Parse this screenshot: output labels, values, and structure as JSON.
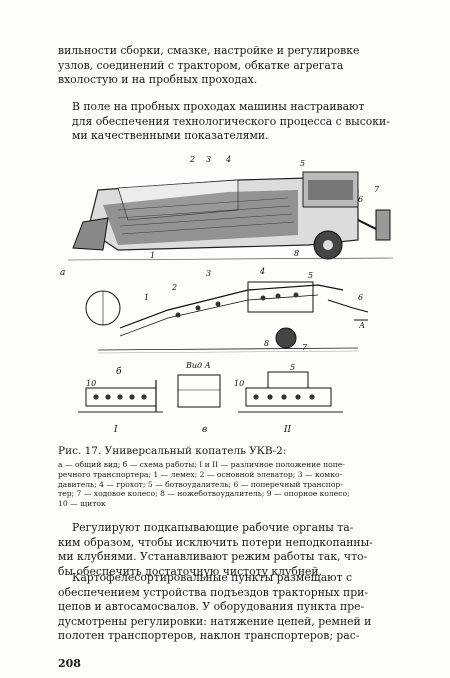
{
  "intro_lines": [
    "вильности сборки, смазке, настройке и регулировке",
    "узлов, соединений с трактором, обкатке агрегата",
    "вхолостую и на пробных проходах."
  ],
  "field_lines": [
    "В поле на пробных проходах машины настраивают",
    "для обеспечения технологического процесса с высоки-",
    "ми качественными показателями."
  ],
  "figure": {
    "part_a": "а",
    "part_b": "б",
    "part_v": "в",
    "view_label": "Вид А",
    "arrow_label": "А",
    "section_I": "I",
    "section_II": "II",
    "top_numbers": [
      "2",
      "3",
      "4",
      "5",
      "6",
      "7",
      "8",
      "1"
    ],
    "mid_numbers": [
      "1",
      "2",
      "3",
      "4",
      "5",
      "6",
      "8",
      "7"
    ],
    "bottom_numbers": [
      "10",
      "10",
      "5"
    ]
  },
  "caption": {
    "title": "Рис. 17. Универсальный копатель УКВ-2:",
    "legend_lines": [
      "а — общий вид; б — схема работы; I и II — различное положение попе-",
      "речного транспортера; 1 — лемех; 2 — основной элеватор; 3 — комко-",
      "давитель; 4 — грохот; 5 — ботвоудалитель; 6 — поперечный транспор-",
      "тер; 7 — ходовое колесо; 8 — ножеботвоудалитель; 9 — опорное колесо;",
      "10 — щиток"
    ]
  },
  "regulate_lines": [
    "Регулируют подкапывающие рабочие органы та-",
    "ким образом, чтобы исключить потери неподкопанны-",
    "ми клубнями. Устанавливают режим работы так, что-",
    "бы обеспечить достаточную чистоту клубней."
  ],
  "sorting_lines": [
    "Картофелесортировальные пункты размещают с",
    "обеспечением устройства подъездов тракторных при-",
    "цепов и автосамосвалов. У оборудования пункта пре-",
    "дусмотрены регулировки: натяжение цепей, ремней и",
    "полотен транспортеров, наклон транспортеров; рас-"
  ],
  "page_number": "208"
}
